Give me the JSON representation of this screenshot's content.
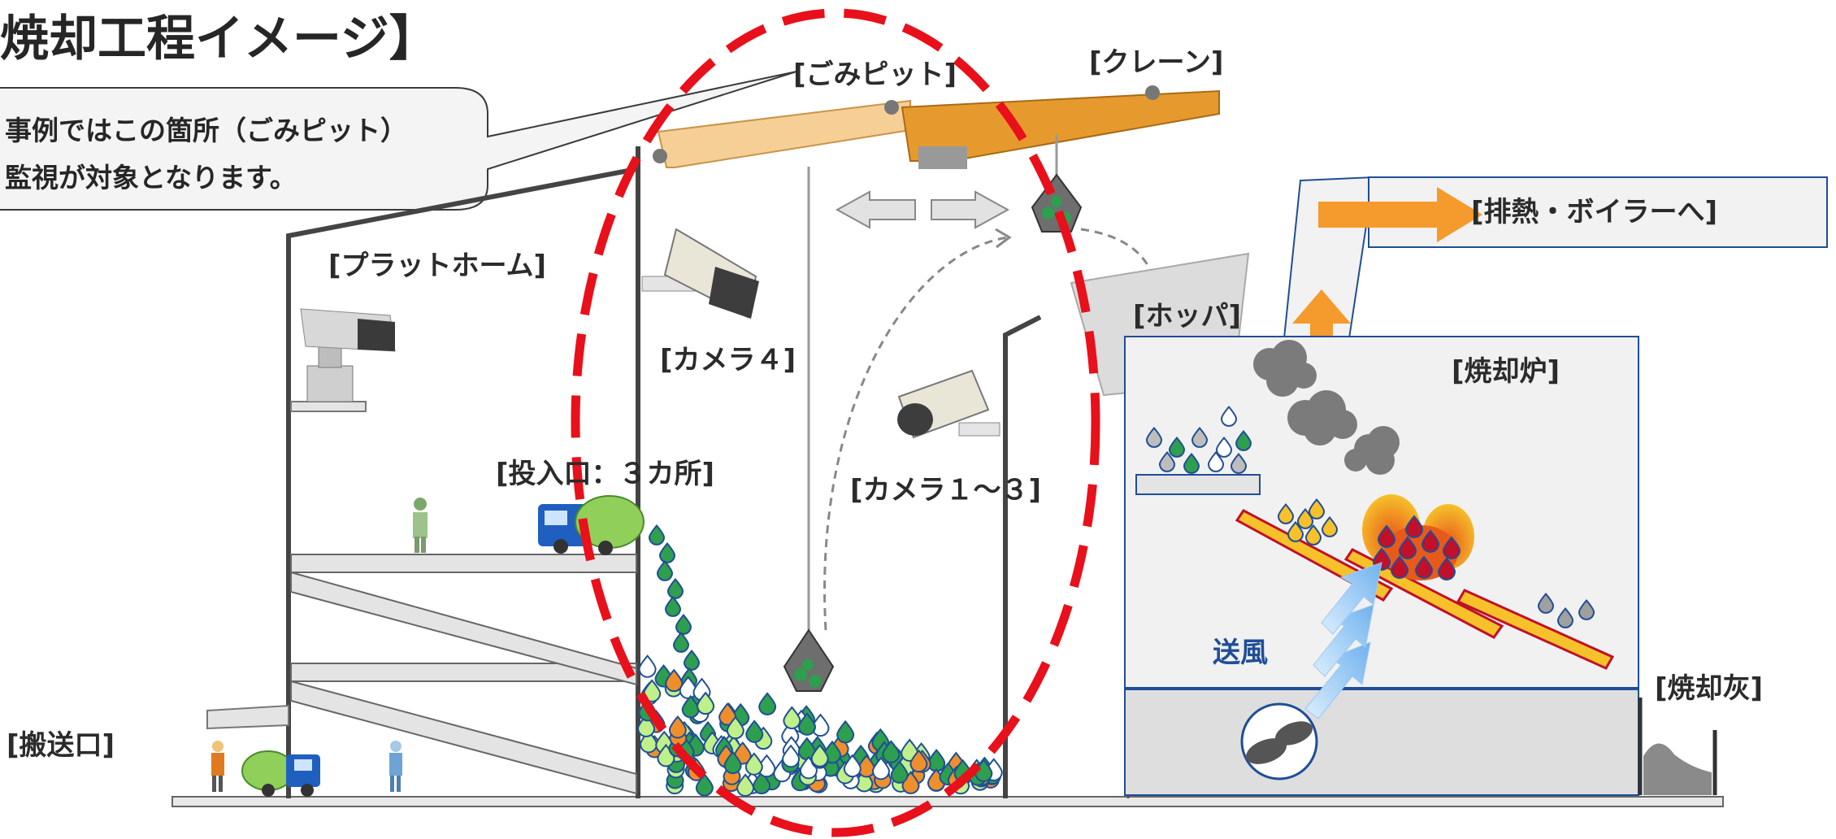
{
  "title": "焼却工程イメージ】",
  "callout": {
    "line1": "事例ではこの箇所（ごみピット）",
    "line2": "監視が対象となります。"
  },
  "labels": {
    "pit": "[ごみピット]",
    "crane": "[クレーン]",
    "platform": "[プラットホーム]",
    "camera4": "[カメラ４]",
    "camera13": "[カメラ１～３]",
    "inlet": "[投入口：３カ所]",
    "hopper": "[ホッパ]",
    "incinerator": "[焼却炉]",
    "exhaust": "[排熱・ボイラーへ]",
    "blower": "送風",
    "ash": "[焼却灰]",
    "transport": "[搬送口]"
  },
  "colors": {
    "highlight": "#e8101a",
    "frame_blue": "#1f4e96",
    "crane_orange": "#e69a2e",
    "arrow_orange": "#f59a2c",
    "waste_green": "#2e9e4f",
    "waste_orange": "#ef8f2c",
    "flame_red": "#c0102a"
  }
}
